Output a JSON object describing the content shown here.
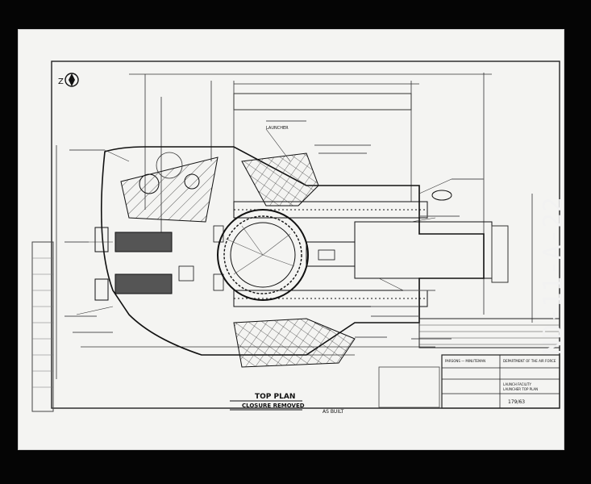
{
  "drawing": {
    "title_line1": "TOP PLAN",
    "title_line2": "CLOSURE REMOVED",
    "as_built": "AS BUILT",
    "north_symbol": "Z"
  },
  "title_block": {
    "line1": "PARSONS — MINUTEMAN",
    "line2": "DEPARTMENT OF THE AIR FORCE",
    "line3": "LAUNCH FACILITY",
    "line4": "LAUNCHER TOP PLAN",
    "sheet_number": "179/63"
  },
  "notes": {
    "launcher": "LAUNCHER",
    "top_plan_note": "TOP PLAN"
  },
  "margin_id": "ND-11-A-22"
}
